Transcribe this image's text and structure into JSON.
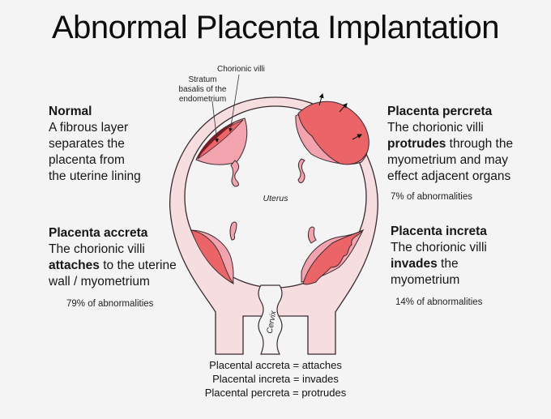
{
  "title": "Abnormal Placenta Implantation",
  "labels": {
    "chorionic_villi": "Chorionic villi",
    "stratum_line1": "Stratum",
    "stratum_line2": "basalis of the",
    "stratum_line3": "endometrium",
    "uterus": "Uterus",
    "cervix": "Cervix"
  },
  "normal": {
    "heading": "Normal",
    "lines": [
      "A fibrous layer",
      "separates the",
      "placenta from",
      "the uterine lining"
    ]
  },
  "percreta": {
    "heading": "Placenta percreta",
    "line1": "The chorionic villi",
    "line2_bold": "protrudes",
    "line2_rest": " through the",
    "line3": "myometrium and may",
    "line4": "effect adjacent organs",
    "percent": "7% of abnormalities"
  },
  "accreta": {
    "heading": "Placenta accreta",
    "line1": "The chorionic villi",
    "line2_bold": "attaches",
    "line2_rest": " to the uterine",
    "line3": "wall / myometrium",
    "percent": "79% of abnormalities"
  },
  "increta": {
    "heading": "Placenta increta",
    "line1": "The chorionic villi",
    "line2_bold": "invades",
    "line2_rest": " the",
    "line3": "myometrium",
    "percent": "14% of abnormalities"
  },
  "summary": [
    "Placental accreta = attaches",
    "Placental increta = invades",
    "Placental percreta = protrudes"
  ],
  "colors": {
    "background": "#f4f4f4",
    "uterine_wall": "#f6dde0",
    "placenta_light": "#f2a3ad",
    "placenta_dark": "#eb6467",
    "stratum": "#7a1c26",
    "outline": "#3a2a30"
  }
}
